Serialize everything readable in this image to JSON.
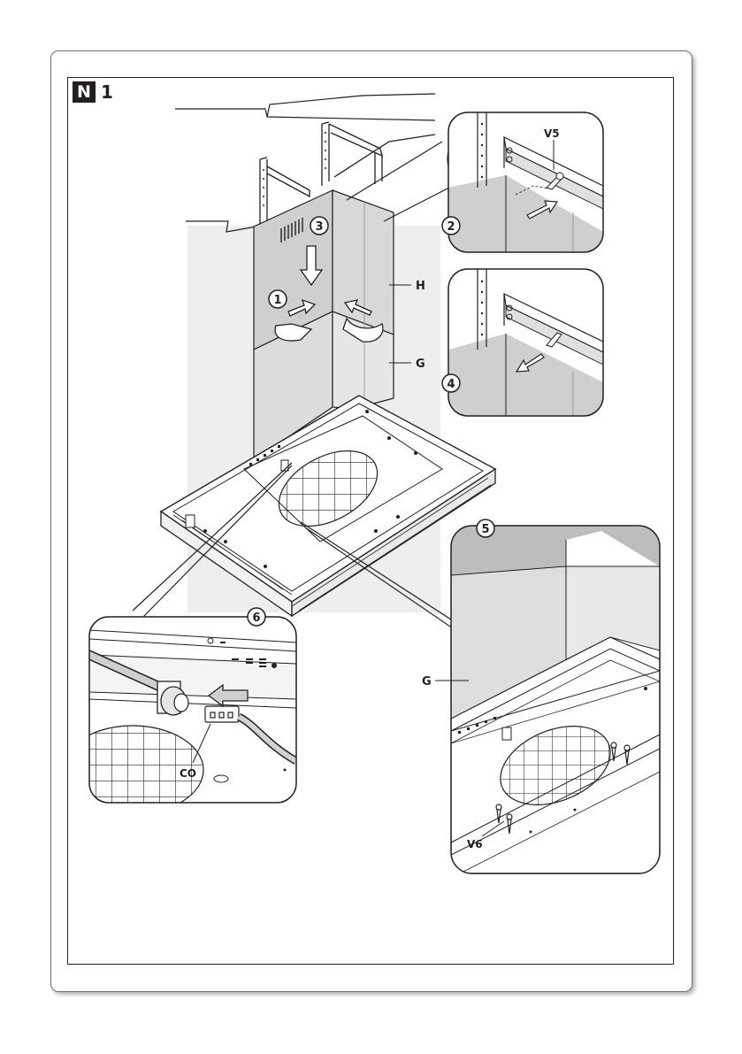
{
  "figure": {
    "section_letter": "N",
    "section_number": "1"
  },
  "labels": {
    "h": "H",
    "g": "G",
    "v5": "V5",
    "v6": "V6",
    "co": "CO",
    "g_detail": "G"
  },
  "steps": {
    "s1": "1",
    "s2": "2",
    "s3": "3",
    "s4": "4",
    "s5": "5",
    "s6": "6"
  },
  "colors": {
    "panel": "#d2d2d2",
    "panel_light": "#e4e4e4",
    "line": "#231f20",
    "arrow_fill": "#ffffff"
  }
}
